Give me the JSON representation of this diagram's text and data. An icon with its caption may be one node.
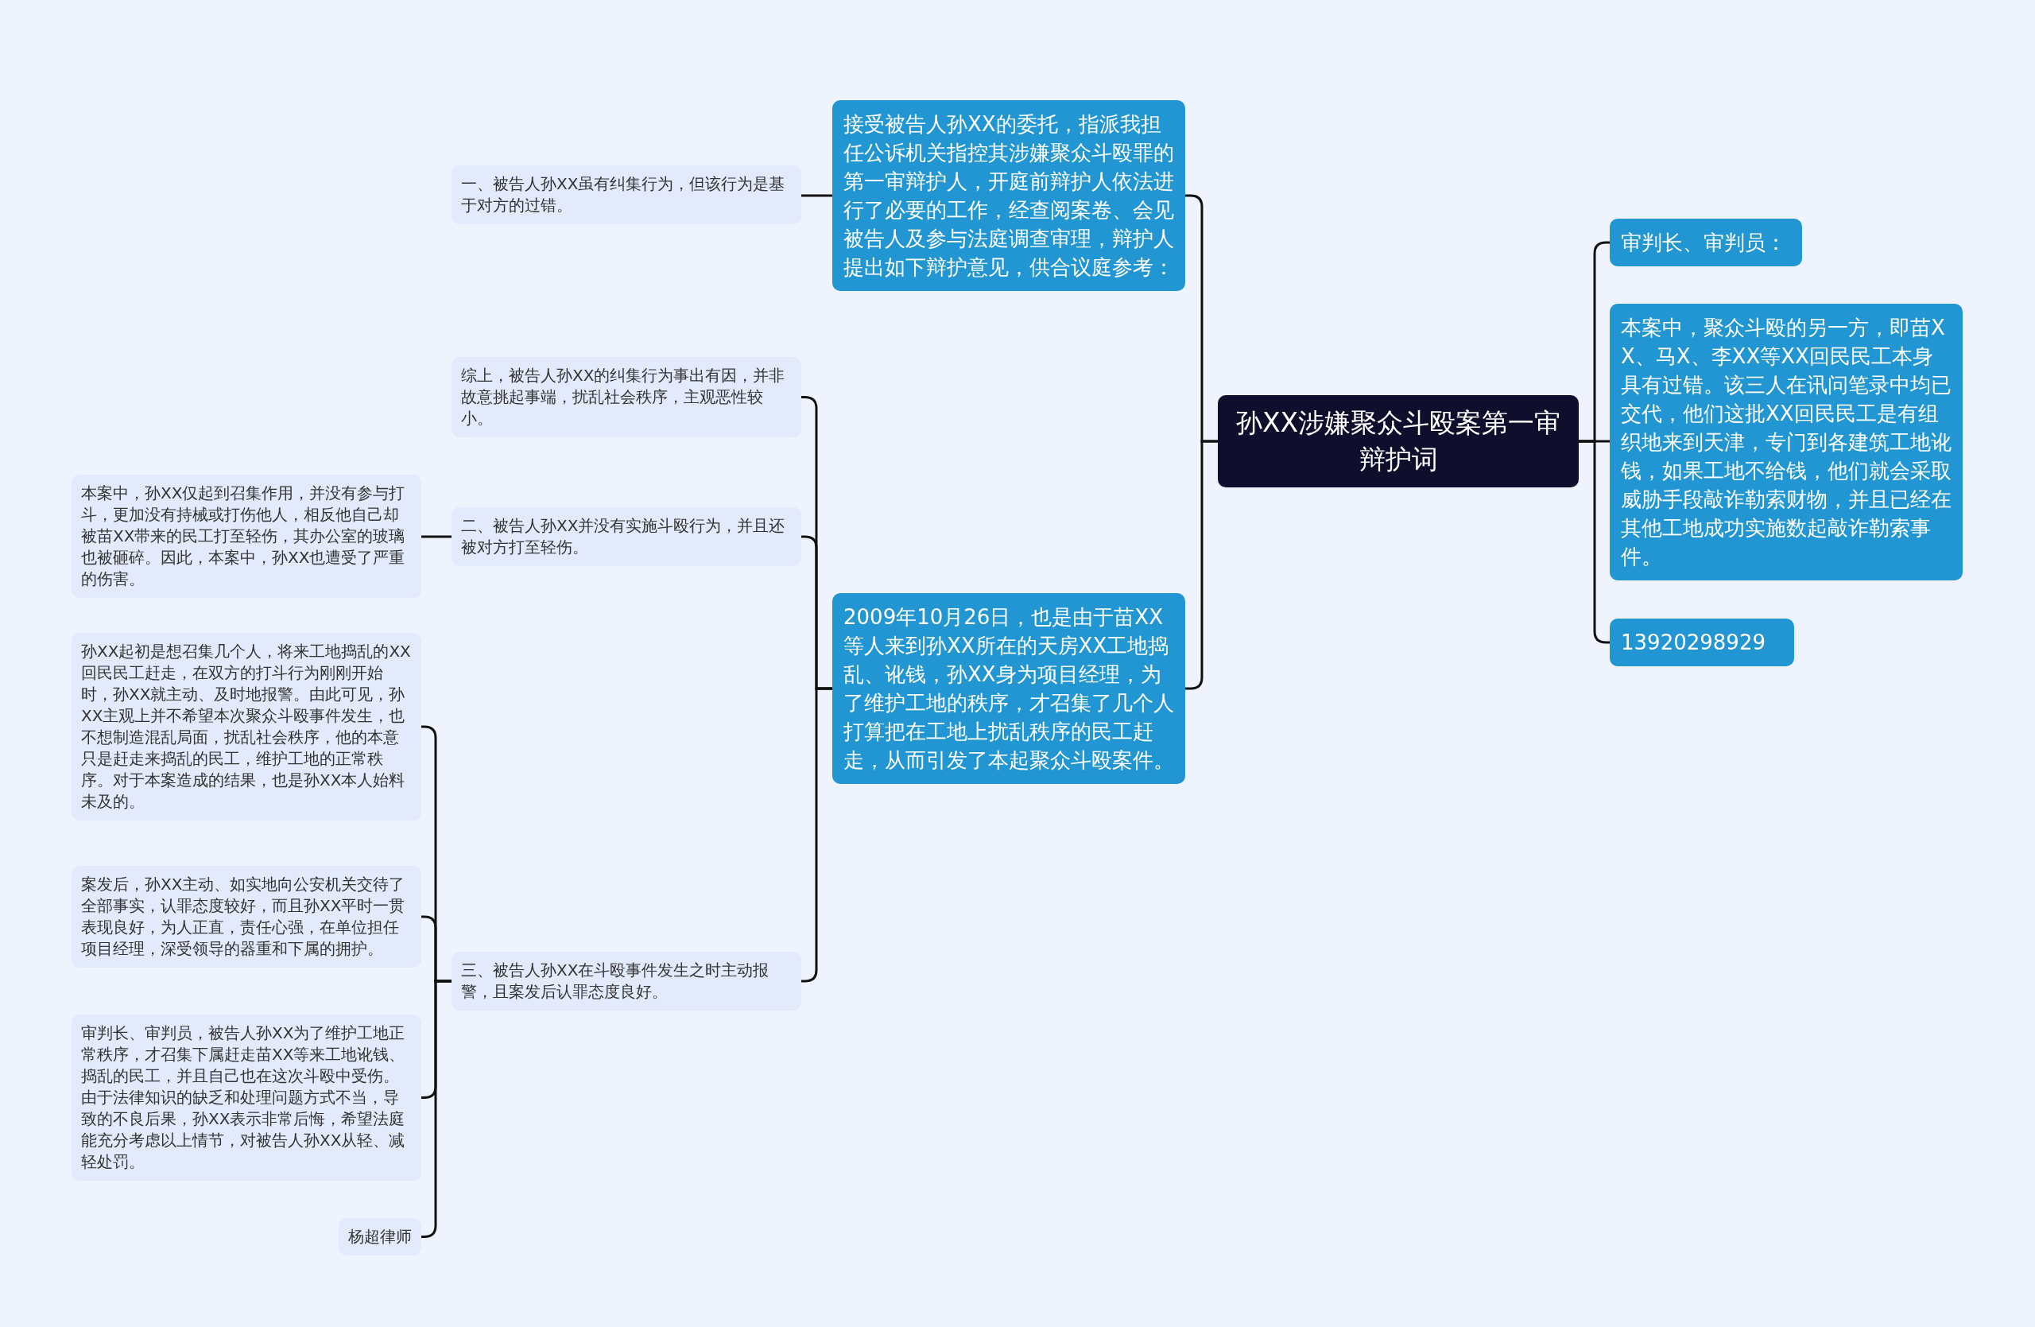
{
  "diagram": {
    "nodes": [
      {
        "text": [
          "孙XX涉嫌聚众斗殴案第一审辩护词"
        ]
      },
      {
        "text": [
          "接受被告人孙XX的委托，指派我担任公诉机关指控其涉嫌聚众斗殴罪的第一审辩护人，开庭前辩护人依法进行了必要的工作，经查阅案卷、会见被告人及参与法庭调查审理，辩护人提出如下辩护意见，供合议庭参考："
        ]
      },
      {
        "text": [
          "2009年10月26日，也是由于苗XX等人来到孙XX所在的天房XX工地捣乱、讹钱，孙XX身为项目经理，为了维护工地的秩序，才召集了几个人打算把在工地上扰乱秩序的民工赶走，从而引发了本起聚众斗殴案件。"
        ]
      },
      {
        "text": [
          "审判长、审判员："
        ]
      },
      {
        "text": [
          "本案中，聚众斗殴的另一方，即苗XX、马X、李XX等XX回民民工本身具有过错。该三人在讯问笔录中均已交代，他们这批XX回民民工是有组织地来到天津，专门到各建筑工地讹钱，如果工地不给钱，他们就会采取威胁手段敲诈勒索财物，并且已经在其他工地成功实施数起敲诈勒索事件。"
        ]
      },
      {
        "text": [
          "13920298929"
        ]
      },
      {
        "text": [
          "一、被告人孙XX虽有纠集行为，但该行为是基于对方的过错。"
        ]
      },
      {
        "text": [
          "综上，被告人孙XX的纠集行为事出有因，并非故意挑起事端，扰乱社会秩序，主观恶性较小。"
        ]
      },
      {
        "text": [
          "二、被告人孙XX并没有实施斗殴行为，并且还被对方打至轻伤。"
        ]
      },
      {
        "text": [
          "三、被告人孙XX在斗殴事件发生之时主动报警，且案发后认罪态度良好。"
        ]
      },
      {
        "text": [
          "本案中，孙XX仅起到召集作用，并没有参与打斗，更加没有持械或打伤他人，相反他自己却被苗XX带来的民工打至轻伤，其办公室的玻璃也被砸碎。因此，本案中，孙XX也遭受了严重的伤害。"
        ]
      },
      {
        "text": [
          "孙XX起初是想召集几个人，将来工地捣乱的XX回民民工赶走，在双方的打斗行为刚刚开始时，孙XX就主动、及时地报警。由此可见，孙XX主观上并不希望本次聚众斗殴事件发生，也不想制造混乱局面，扰乱社会秩序，他的本意只是赶走来捣乱的民工，维护工地的正常秩序。对于本案造成的结果，也是孙XX本人始料未及的。"
        ]
      },
      {
        "text": [
          "案发后，孙XX主动、如实地向公安机关交待了全部事实，认罪态度较好，而且孙XX平时一贯表现良好，为人正直，责任心强，在单位担任项目经理，深受领导的器重和下属的拥护。"
        ]
      },
      {
        "text": [
          "审判长、审判员，被告人孙XX为了维护工地正常秩序，才召集下属赶走苗XX等来工地讹钱、捣乱的民工，并且自己也在这次斗殴中受伤。由于法律知识的缺乏和处理问题方式不当，导致的不良后果，孙XX表示非常后悔，希望法庭能充分考虑以上情节，对被告人孙XX从轻、减轻处罚。"
        ]
      },
      {
        "text": [
          "杨超律师"
        ]
      }
    ],
    "edges": [
      {
        "from": 0,
        "to": 1,
        "arrow": "none"
      },
      {
        "from": 0,
        "to": 2,
        "arrow": "none"
      },
      {
        "from": 0,
        "to": 3,
        "arrow": "none"
      },
      {
        "from": 0,
        "to": 4,
        "arrow": "none"
      },
      {
        "from": 0,
        "to": 5,
        "arrow": "none"
      },
      {
        "from": 1,
        "to": 6,
        "arrow": "none"
      },
      {
        "from": 2,
        "to": 7,
        "arrow": "none"
      },
      {
        "from": 2,
        "to": 8,
        "arrow": "none"
      },
      {
        "from": 2,
        "to": 9,
        "arrow": "none"
      },
      {
        "from": 8,
        "to": 10,
        "arrow": "none"
      },
      {
        "from": 9,
        "to": 11,
        "arrow": "none"
      },
      {
        "from": 9,
        "to": 12,
        "arrow": "none"
      },
      {
        "from": 9,
        "to": 13,
        "arrow": "none"
      },
      {
        "from": 9,
        "to": 14,
        "arrow": "none"
      }
    ]
  }
}
